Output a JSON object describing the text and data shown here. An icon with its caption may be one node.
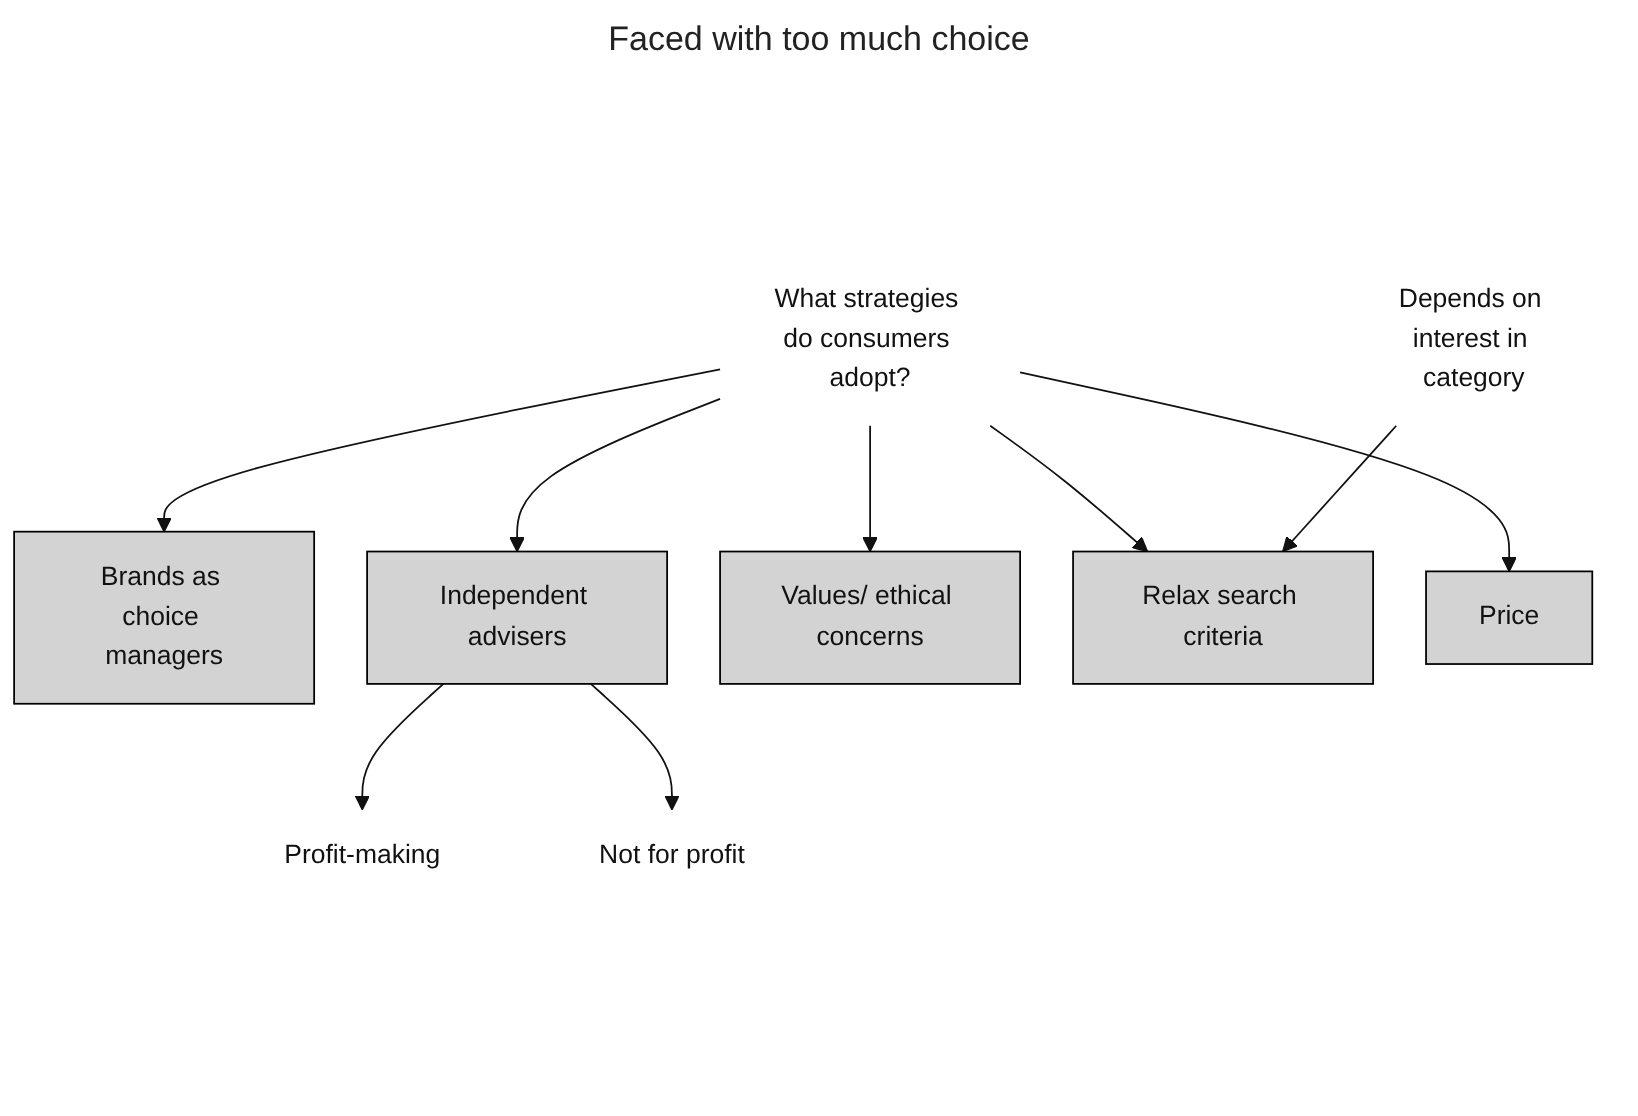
{
  "diagram": {
    "title": "Faced with too much choice",
    "nodes": [
      {
        "text": [
          "What strategies do consumers adopt?"
        ]
      },
      {
        "text": [
          "Brands as choice managers"
        ]
      },
      {
        "text": [
          "Independent advisers"
        ]
      },
      {
        "text": [
          "Values/ ethical concerns"
        ]
      },
      {
        "text": [
          "Relax search criteria"
        ]
      },
      {
        "text": [
          "Price"
        ]
      },
      {
        "text": [
          "Profit-making"
        ]
      },
      {
        "text": [
          "Not for profit"
        ]
      },
      {
        "text": [
          "Depends on interest in category"
        ]
      }
    ],
    "edges": [
      {
        "from": 0,
        "to": 1,
        "arrow": "to"
      },
      {
        "from": 0,
        "to": 2,
        "arrow": "to"
      },
      {
        "from": 0,
        "to": 3,
        "arrow": "to"
      },
      {
        "from": 0,
        "to": 4,
        "arrow": "to"
      },
      {
        "from": 0,
        "to": 5,
        "arrow": "to"
      },
      {
        "from": 2,
        "to": 6,
        "arrow": "to"
      },
      {
        "from": 2,
        "to": 7,
        "arrow": "to"
      },
      {
        "from": 8,
        "to": 4,
        "arrow": "to"
      }
    ]
  }
}
